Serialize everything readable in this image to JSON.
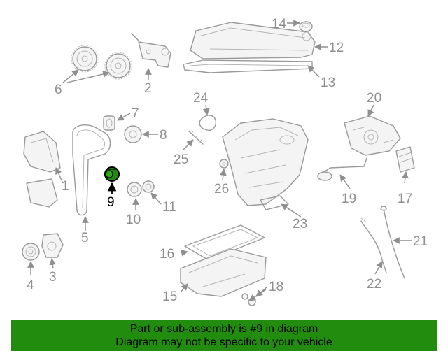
{
  "callouts": {
    "c1": "1",
    "c2": "2",
    "c3": "3",
    "c4": "4",
    "c5": "5",
    "c6": "6",
    "c7": "7",
    "c8": "8",
    "c9": "9",
    "c10": "10",
    "c11": "11",
    "c12": "12",
    "c13": "13",
    "c14": "14",
    "c15": "15",
    "c16": "16",
    "c17": "17",
    "c18": "18",
    "c19": "19",
    "c20": "20",
    "c21": "21",
    "c22": "22",
    "c23": "23",
    "c24": "24",
    "c25": "25",
    "c26": "26"
  },
  "highlight": {
    "part": "9",
    "color": "#1f8a10"
  },
  "footer": {
    "line1": "Part or sub-assembly is #9 in diagram",
    "line2": "Diagram may not be specific to your vehicle",
    "background": "#218c0e"
  }
}
